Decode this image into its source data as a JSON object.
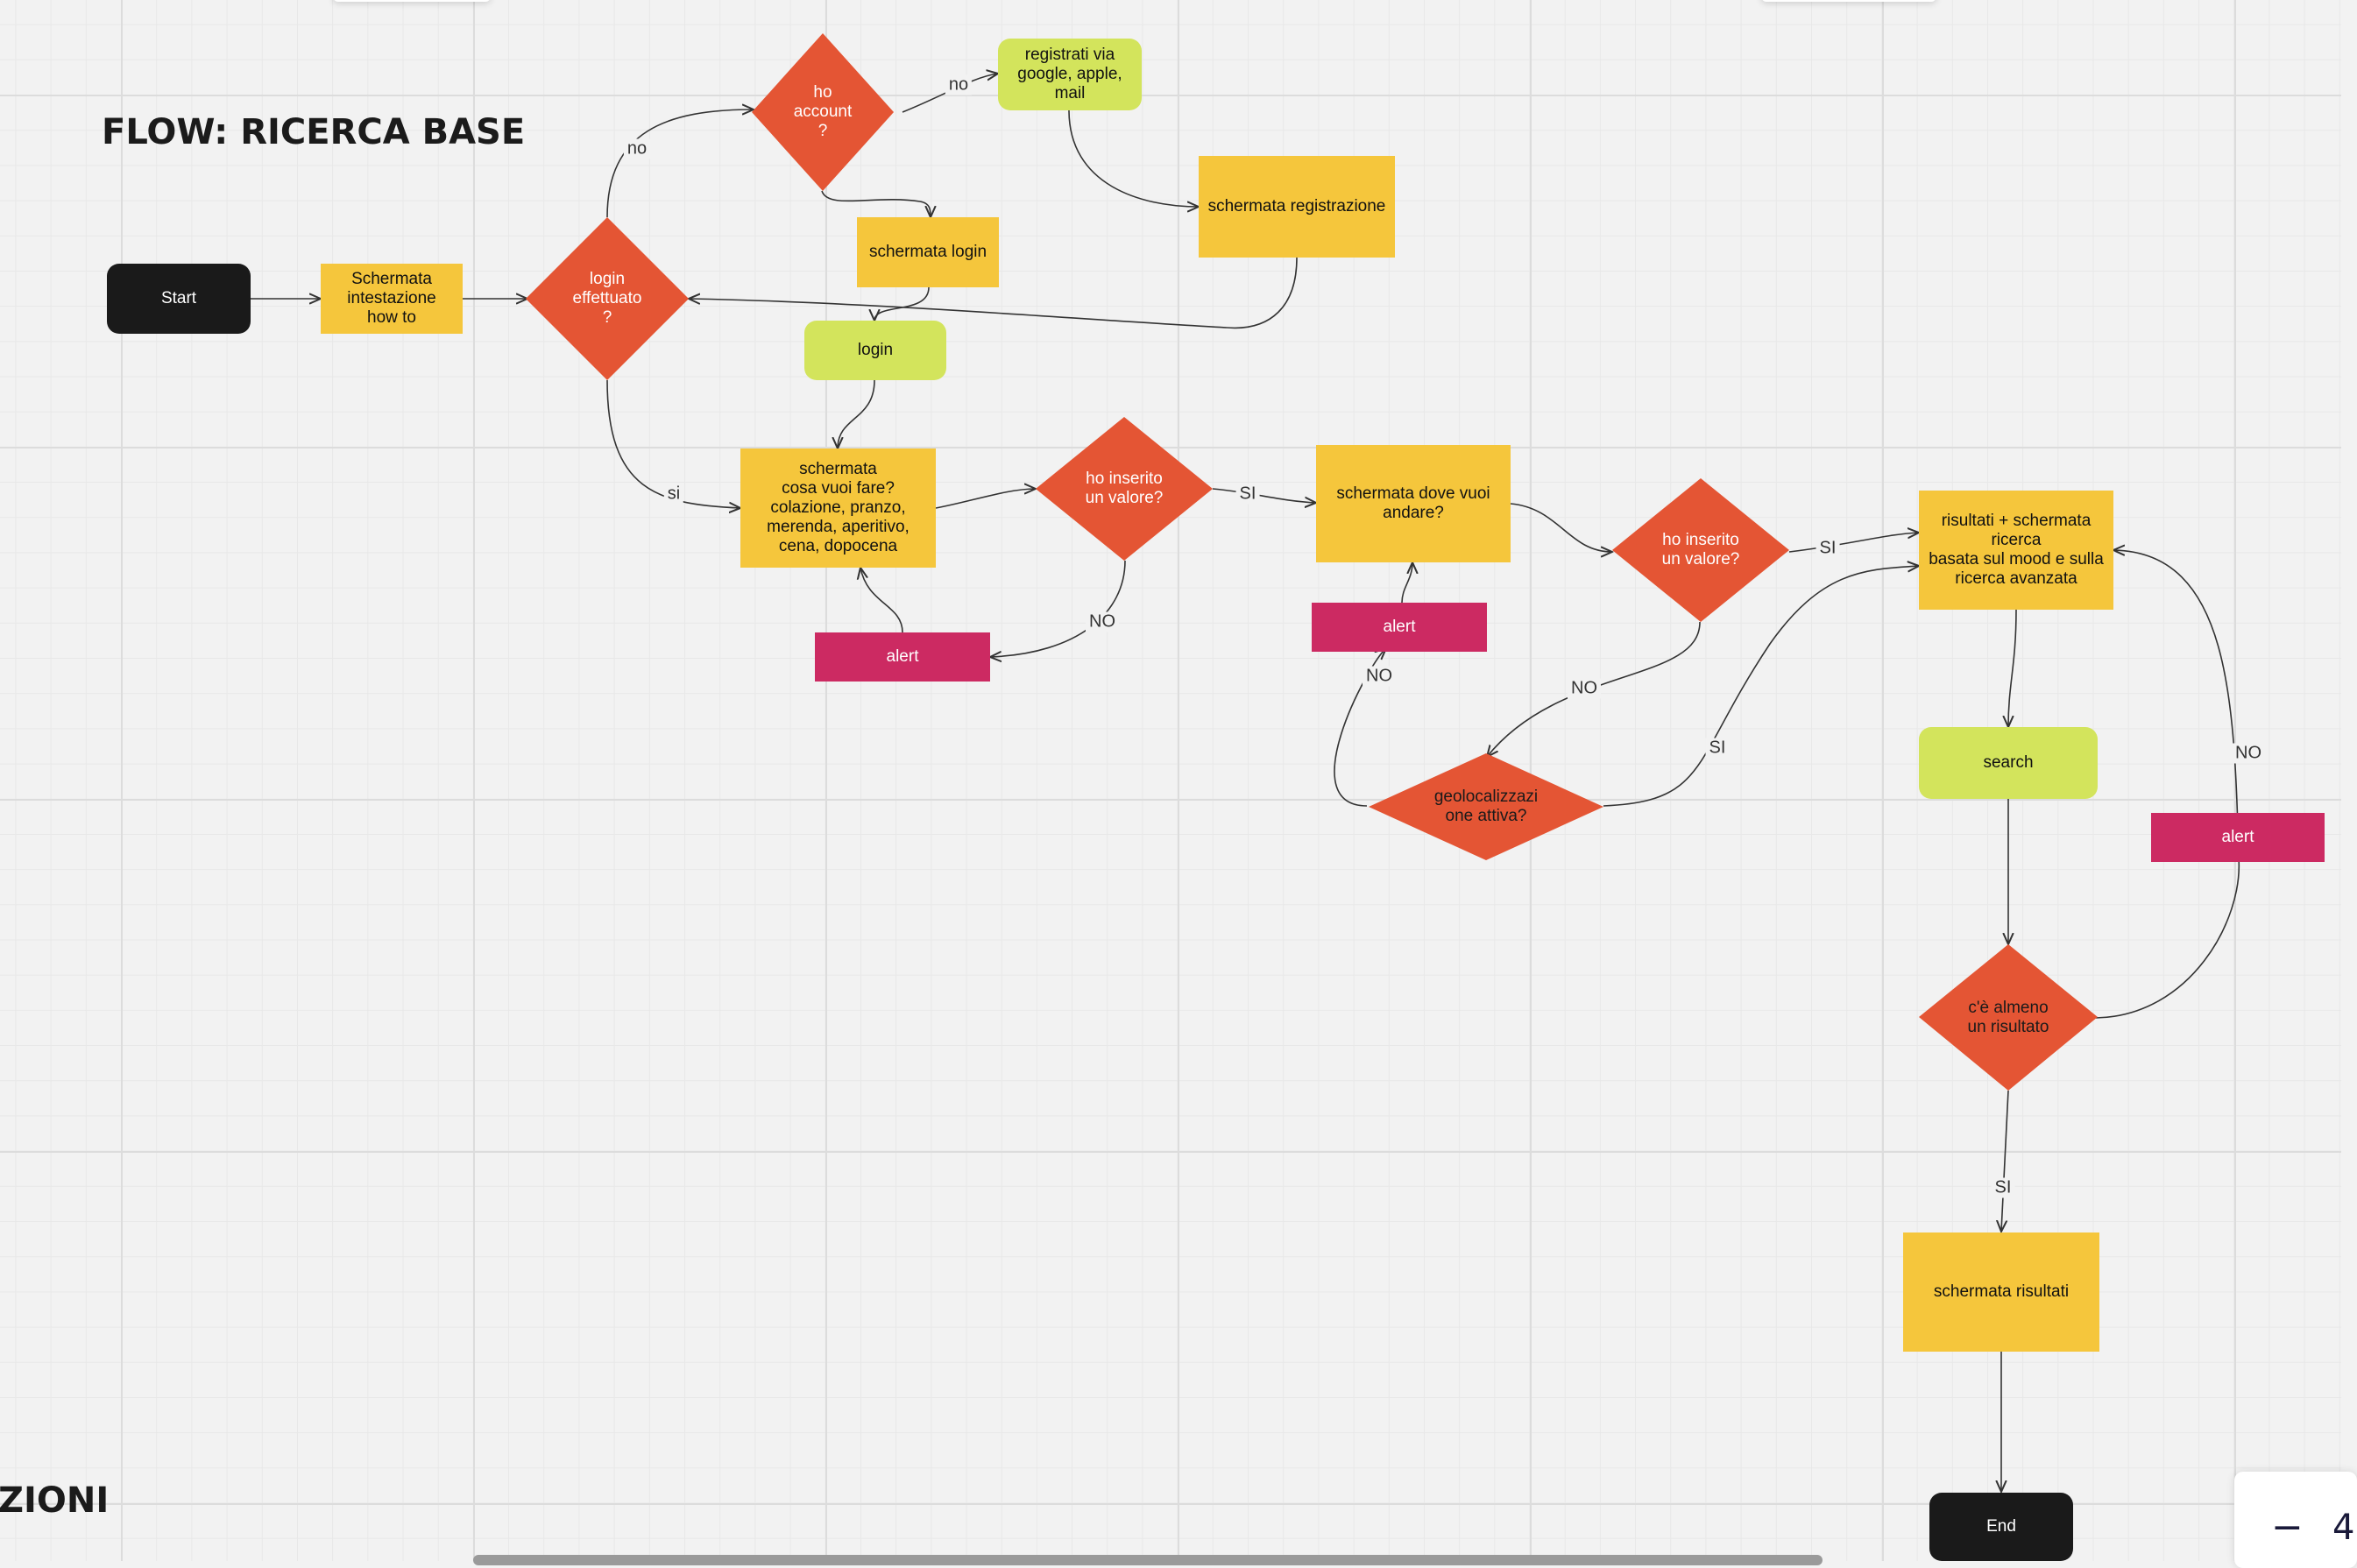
{
  "headings": {
    "main_title": "FLOW: RICERCA BASE",
    "section_partial": "ZIONI"
  },
  "nodes": {
    "start": "Start",
    "intestazione": "Schermata\nintestazione\nhow to",
    "login_effettuato": "login\neffettuato\n?",
    "ho_account": "ho\naccount\n?",
    "registrati": "registrati via\ngoogle, apple,\nmail",
    "schermata_registrazione": "schermata registrazione",
    "schermata_login": "schermata login",
    "login": "login",
    "cosa_vuoi_fare": "schermata\ncosa vuoi fare?\ncolazione, pranzo,\nmerenda, aperitivo,\ncena, dopocena",
    "ho_inserito_1": "ho inserito\nun valore?",
    "alert_1": "alert",
    "dove_vuoi_andare": "schermata dove vuoi\nandare?",
    "alert_2": "alert",
    "ho_inserito_2": "ho inserito\nun valore?",
    "geolocalizzazione": "geolocalizzazi\none attiva?",
    "risultati_ricerca": "risultati + schermata\nricerca\nbasata sul mood e sulla\nricerca avanzata",
    "search": "search",
    "alert_3": "alert",
    "almeno_un_risultato": "c'è almeno\nun risultato",
    "schermata_risultati": "schermata risultati",
    "end": "End"
  },
  "edge_labels": {
    "no_account": "no",
    "no_registrati": "no",
    "si_login": "si",
    "si_1": "SI",
    "no_1": "NO",
    "si_2": "SI",
    "no_2": "NO",
    "no_alert2": "NO",
    "si_geo": "SI",
    "no_3": "NO",
    "si_3": "SI"
  },
  "zoom": {
    "minus_icon": "−",
    "value": "4"
  },
  "colors": {
    "yellow": "#f5c63c",
    "green": "#d3e45c",
    "orange": "#e45534",
    "pink": "#cc2a62",
    "black": "#1a1a1a"
  }
}
